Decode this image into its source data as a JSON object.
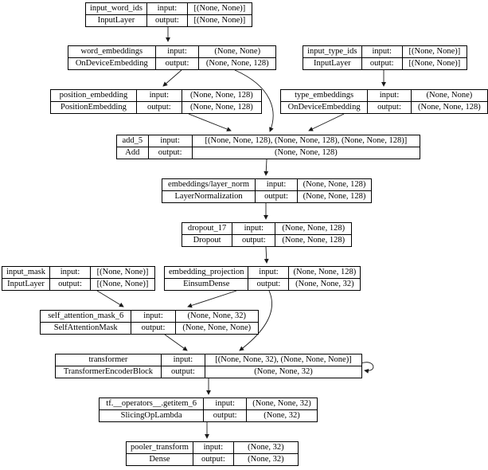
{
  "diagram": {
    "kind": "keras-model-plot",
    "labels": {
      "input": "input:",
      "output": "output:"
    },
    "colors": {
      "node_bg": "#ffffff",
      "node_border": "#000000",
      "edge": "#1a1a1a",
      "text": "#000000"
    },
    "nodes": [
      {
        "id": "input_word_ids",
        "name": "input_word_ids",
        "type": "InputLayer",
        "input_shape": "[(None, None)]",
        "output_shape": "[(None, None)]"
      },
      {
        "id": "word_embeddings",
        "name": "word_embeddings",
        "type": "OnDeviceEmbedding",
        "input_shape": "(None, None)",
        "output_shape": "(None, None, 128)"
      },
      {
        "id": "input_type_ids",
        "name": "input_type_ids",
        "type": "InputLayer",
        "input_shape": "[(None, None)]",
        "output_shape": "[(None, None)]"
      },
      {
        "id": "position_embedding",
        "name": "position_embedding",
        "type": "PositionEmbedding",
        "input_shape": "(None, None, 128)",
        "output_shape": "(None, None, 128)"
      },
      {
        "id": "type_embeddings",
        "name": "type_embeddings",
        "type": "OnDeviceEmbedding",
        "input_shape": "(None, None)",
        "output_shape": "(None, None, 128)"
      },
      {
        "id": "add_5",
        "name": "add_5",
        "type": "Add",
        "input_shape": "[(None, None, 128), (None, None, 128), (None, None, 128)]",
        "output_shape": "(None, None, 128)"
      },
      {
        "id": "embeddings_layer_norm",
        "name": "embeddings/layer_norm",
        "type": "LayerNormalization",
        "input_shape": "(None, None, 128)",
        "output_shape": "(None, None, 128)"
      },
      {
        "id": "dropout_17",
        "name": "dropout_17",
        "type": "Dropout",
        "input_shape": "(None, None, 128)",
        "output_shape": "(None, None, 128)"
      },
      {
        "id": "input_mask",
        "name": "input_mask",
        "type": "InputLayer",
        "input_shape": "[(None, None)]",
        "output_shape": "[(None, None)]"
      },
      {
        "id": "embedding_projection",
        "name": "embedding_projection",
        "type": "EinsumDense",
        "input_shape": "(None, None, 128)",
        "output_shape": "(None, None, 32)"
      },
      {
        "id": "self_attention_mask_6",
        "name": "self_attention_mask_6",
        "type": "SelfAttentionMask",
        "input_shape": "(None, None, 32)",
        "output_shape": "(None, None, None)"
      },
      {
        "id": "transformer",
        "name": "transformer",
        "type": "TransformerEncoderBlock",
        "input_shape": "[(None, None, 32), (None, None, None)]",
        "output_shape": "(None, None, 32)"
      },
      {
        "id": "getitem_6",
        "name": "tf.__operators__.getitem_6",
        "type": "SlicingOpLambda",
        "input_shape": "(None, None, 32)",
        "output_shape": "(None, 32)"
      },
      {
        "id": "pooler_transform",
        "name": "pooler_transform",
        "type": "Dense",
        "input_shape": "(None, 32)",
        "output_shape": "(None, 32)"
      }
    ],
    "edges": [
      {
        "from": "input_word_ids",
        "to": "word_embeddings"
      },
      {
        "from": "word_embeddings",
        "to": "position_embedding"
      },
      {
        "from": "word_embeddings",
        "to": "add_5"
      },
      {
        "from": "input_type_ids",
        "to": "type_embeddings"
      },
      {
        "from": "position_embedding",
        "to": "add_5"
      },
      {
        "from": "type_embeddings",
        "to": "add_5"
      },
      {
        "from": "add_5",
        "to": "embeddings_layer_norm"
      },
      {
        "from": "embeddings_layer_norm",
        "to": "dropout_17"
      },
      {
        "from": "dropout_17",
        "to": "embedding_projection"
      },
      {
        "from": "input_mask",
        "to": "self_attention_mask_6"
      },
      {
        "from": "embedding_projection",
        "to": "self_attention_mask_6"
      },
      {
        "from": "embedding_projection",
        "to": "transformer"
      },
      {
        "from": "self_attention_mask_6",
        "to": "transformer"
      },
      {
        "from": "transformer",
        "to": "transformer"
      },
      {
        "from": "transformer",
        "to": "getitem_6"
      },
      {
        "from": "getitem_6",
        "to": "pooler_transform"
      }
    ]
  }
}
